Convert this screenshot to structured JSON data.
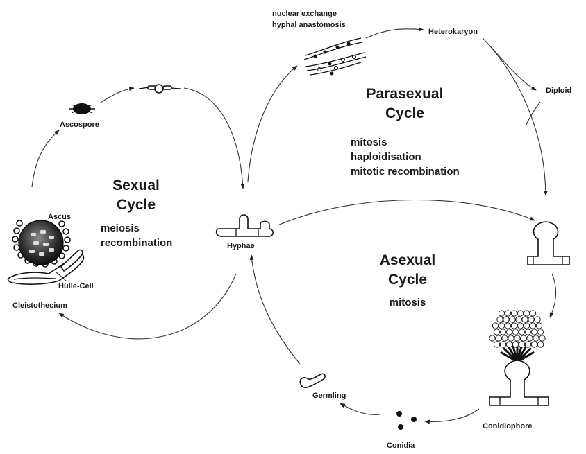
{
  "labels": {
    "nuclear_exchange": "nuclear exchange",
    "hyphal_anastomosis": "hyphal anastomosis",
    "heterokaryon": "Heterokaryon",
    "diploid": "Diploid",
    "ascospore": "Ascospore",
    "ascus": "Ascus",
    "hulle_cell": "Hülle-Cell",
    "cleistothecium": "Cleistothecium",
    "hyphae": "Hyphae",
    "germling": "Germling",
    "conidia": "Conidia",
    "conidiophore": "Conidiophore"
  },
  "cycles": {
    "parasexual": {
      "title_line1": "Parasexual",
      "title_line2": "Cycle",
      "processes": [
        "mitosis",
        "haploidisation",
        "mitotic recombination"
      ]
    },
    "sexual": {
      "title_line1": "Sexual",
      "title_line2": "Cycle",
      "processes": [
        "meiosis",
        "recombination"
      ]
    },
    "asexual": {
      "title_line1": "Asexual",
      "title_line2": "Cycle",
      "processes": [
        "mitosis"
      ]
    }
  }
}
